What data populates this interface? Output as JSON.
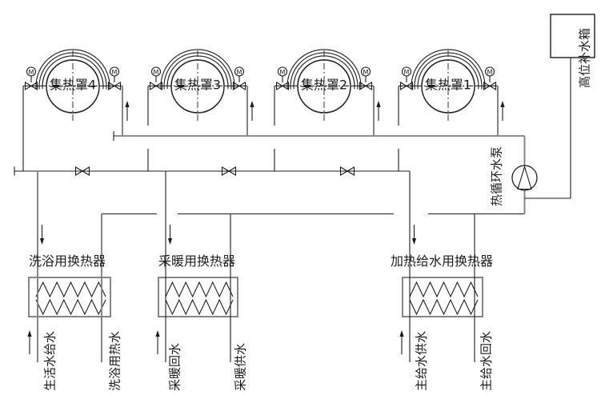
{
  "diagram": {
    "collectors": [
      {
        "label": "集热罩4"
      },
      {
        "label": "集热罩3"
      },
      {
        "label": "集热罩2"
      },
      {
        "label": "集热罩1"
      }
    ],
    "motor_valve_letter": "M",
    "tank": {
      "label": "高位补水箱"
    },
    "pump": {
      "label": "热循环水泵"
    },
    "exchangers": [
      {
        "title": "洗浴用换热器",
        "inlet_label": "生活水给水",
        "outlet_label": "洗浴用热水"
      },
      {
        "title": "采暖用换热器",
        "inlet_label": "采暖回水",
        "outlet_label": "采暖供水"
      },
      {
        "title": "加热给水用换热器",
        "inlet_label": "主给水供水",
        "outlet_label": "主给水回水"
      }
    ],
    "colors": {
      "line": "#1c1c1c",
      "pipe_gray": "#858585",
      "background": "#ffffff"
    }
  }
}
